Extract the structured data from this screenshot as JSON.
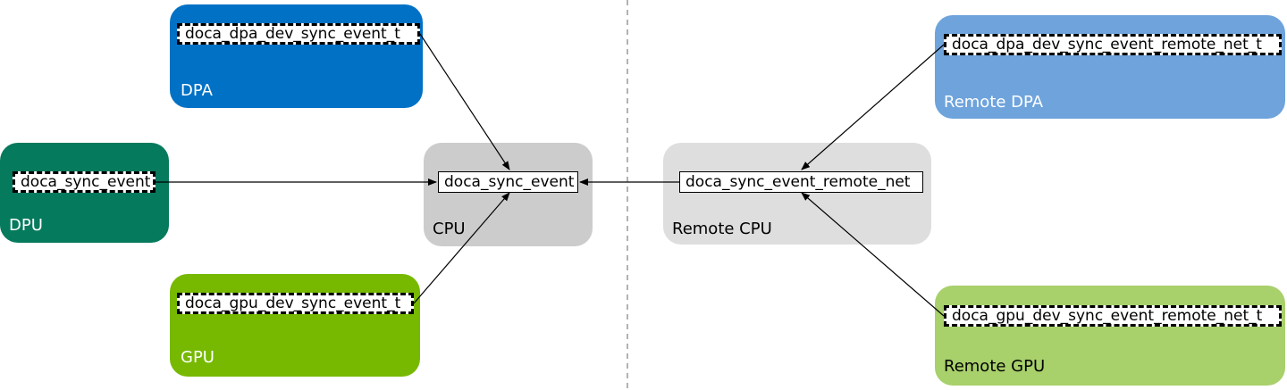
{
  "blocks": {
    "dpa": {
      "label": "DPA",
      "color": "#0071c5",
      "object": "doca_dpa_dev_sync_event_t"
    },
    "dpu": {
      "label": "DPU",
      "color": "#067a5d",
      "object": "doca_sync_event"
    },
    "gpu": {
      "label": "GPU",
      "color": "#76b900",
      "object": "doca_gpu_dev_sync_event_t"
    },
    "cpu": {
      "label": "CPU",
      "color": "#cccccc",
      "object": "doca_sync_event"
    },
    "remote_cpu": {
      "label": "Remote CPU",
      "color": "#dedede",
      "object": "doca_sync_event_remote_net"
    },
    "remote_dpa": {
      "label": "Remote DPA",
      "color": "#6ea3dc",
      "object": "doca_dpa_dev_sync_event_remote_net_t"
    },
    "remote_gpu": {
      "label": "Remote GPU",
      "color": "#a8d06b",
      "object": "doca_gpu_dev_sync_event_remote_net_t"
    }
  }
}
